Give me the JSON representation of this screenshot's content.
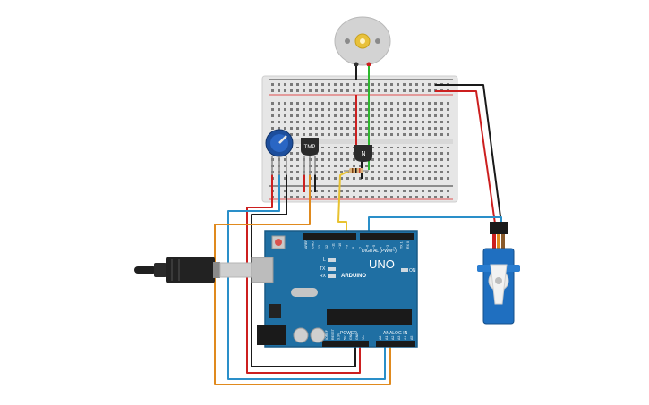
{
  "colors": {
    "background": "#ffffff",
    "breadboard": "#e6e6e6",
    "rail_red": "#e05050",
    "rail_black": "#333333",
    "board_blue": "#1f6fa3",
    "board_dark": "#185a86",
    "motor_body": "#d3d3d3",
    "motor_shaft": "#e8c13b",
    "servo_blue": "#1f6fc0",
    "wire_red": "#cc1f1f",
    "wire_black": "#1a1a1a",
    "wire_green": "#2eb82e",
    "wire_blue": "#2a8fc9",
    "wire_orange": "#e08a1e",
    "wire_yellow": "#e8c230",
    "pot_blue": "#1d4e9c"
  },
  "icons": {
    "usb": "usb-plug-icon",
    "motor": "dc-motor-icon",
    "servo": "servo-motor-icon",
    "potentiometer": "potentiometer-icon",
    "sensor": "temperature-sensor-icon",
    "transistor": "npn-transistor-icon"
  },
  "components": {
    "sensor_label": "TMP",
    "transistor_label": "N"
  },
  "arduino": {
    "brand": "UNO",
    "logo": "ARDUINO",
    "digital_label": "DIGITAL (PWM~)",
    "power_label": "POWER",
    "analog_label": "ANALOG IN",
    "led_l": "L",
    "led_tx": "TX",
    "led_rx": "RX",
    "on_label": "ON",
    "digital_pins": [
      "AREF",
      "GND",
      "13",
      "12",
      "~11",
      "~10",
      "~9",
      "8",
      "7",
      "~6",
      "~5",
      "4",
      "~3",
      "2",
      "TX 1",
      "RX 0"
    ],
    "power_pins": [
      "IOREF",
      "RESET",
      "3.3V",
      "5V",
      "GND",
      "GND",
      "Vin"
    ],
    "analog_pins": [
      "A0",
      "A1",
      "A2",
      "A3",
      "A4",
      "A5"
    ]
  }
}
